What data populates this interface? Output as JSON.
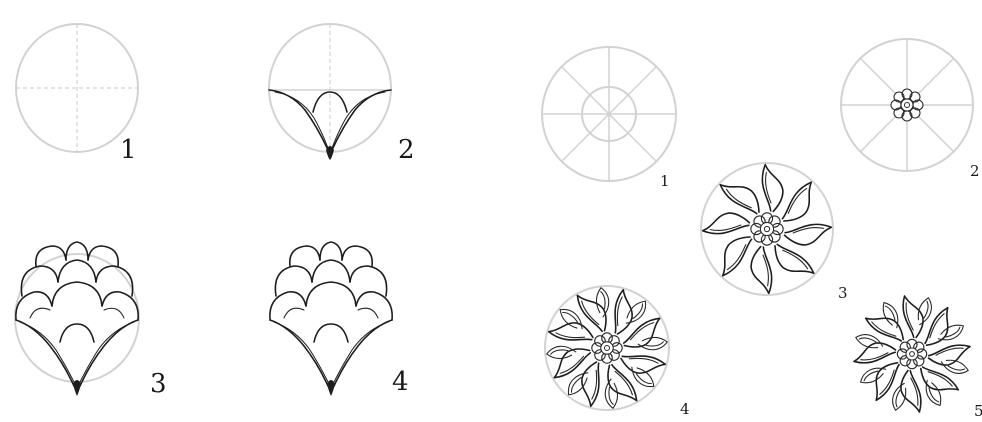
{
  "diagram": {
    "left_steps": [
      {
        "label": "1"
      },
      {
        "label": "2"
      },
      {
        "label": "3"
      },
      {
        "label": "4"
      }
    ],
    "right_steps": [
      {
        "label": "1"
      },
      {
        "label": "2"
      },
      {
        "label": "3"
      },
      {
        "label": "4"
      },
      {
        "label": "5"
      }
    ],
    "colors": {
      "guide": "#d2d2d2",
      "ink": "#1e1e1e",
      "background": "#ffffff"
    }
  }
}
